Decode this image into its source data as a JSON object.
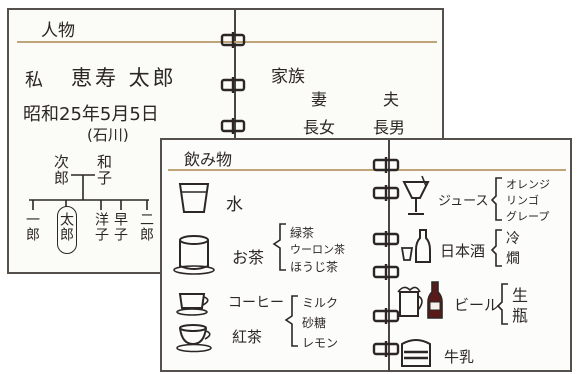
{
  "back_page": {
    "header": "人物",
    "person": {
      "label": "私",
      "name": "恵寿 太郎",
      "birth": "昭和25年5月5日",
      "sign": "(石川)"
    },
    "tree": {
      "father": "次郎",
      "mother": "和子",
      "children": [
        "一郎",
        "太郎",
        "洋子",
        "早子",
        "二郎"
      ]
    },
    "family": {
      "label": "家族",
      "wife": "妻",
      "husband": "夫",
      "daughter": "長女",
      "son": "長男"
    }
  },
  "front_page": {
    "header": "飲み物",
    "water": "水",
    "tea": {
      "label": "お茶",
      "options": [
        "緑茶",
        "ウーロン茶",
        "ほうじ茶"
      ]
    },
    "coffee": "コーヒー",
    "black_tea": {
      "label": "紅茶",
      "options": [
        "ミルク",
        "砂糖",
        "レモン"
      ]
    },
    "juice": {
      "label": "ジュース",
      "options": [
        "オレンジ",
        "リンゴ",
        "グレープ"
      ]
    },
    "sake": {
      "label": "日本酒",
      "options": [
        "冷",
        "燗"
      ]
    },
    "beer": {
      "label": "ビール",
      "options": [
        "生",
        "瓶"
      ]
    },
    "milk": "牛乳"
  },
  "colors": {
    "header_rule": "#bfa47a",
    "ink": "#2c2724",
    "page_border": "#55504b"
  }
}
